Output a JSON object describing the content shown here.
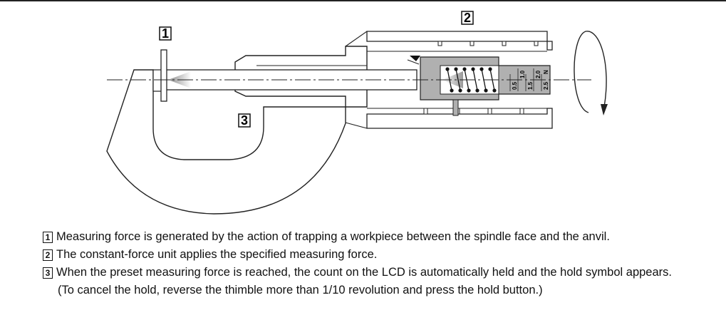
{
  "callouts": [
    "1",
    "2",
    "3"
  ],
  "scale_labels": [
    "0.5",
    "1.0",
    "1.5",
    "2.0",
    "2.5",
    "N"
  ],
  "notes": [
    {
      "number": "1",
      "text": "Measuring force is generated by the action of trapping a workpiece between the spindle face and the anvil."
    },
    {
      "number": "2",
      "text": "The constant-force unit applies the specified measuring force."
    },
    {
      "number": "3",
      "text": "When the preset measuring force is reached, the count on the LCD is automatically held and the hold symbol appears."
    }
  ],
  "note_continuation": "(To cancel the hold, reverse the thimble more than 1/10 revolution and press the hold button.)"
}
